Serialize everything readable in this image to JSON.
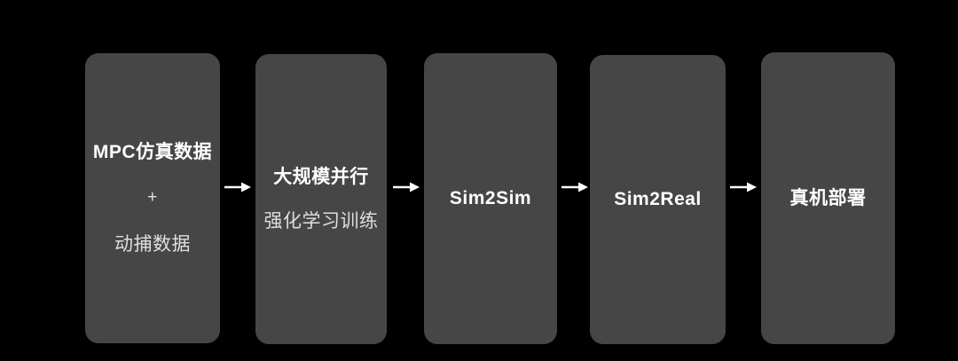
{
  "diagram": {
    "type": "pipeline-flowchart",
    "background_color": "#000000",
    "box_color": "#474646",
    "text_color": "#ffffff",
    "arrow_color": "#ffffff",
    "stages": [
      {
        "id": "mpc-data",
        "lines": [
          {
            "text": "MPC仿真数据",
            "emphasis": "primary"
          },
          {
            "text": "+",
            "emphasis": "plus"
          },
          {
            "text": "动捕数据",
            "emphasis": "secondary"
          }
        ]
      },
      {
        "id": "large-scale-rl",
        "lines": [
          {
            "text": "大规模并行",
            "emphasis": "primary"
          },
          {
            "text": "强化学习训练",
            "emphasis": "secondary"
          }
        ]
      },
      {
        "id": "sim2sim",
        "lines": [
          {
            "text": "Sim2Sim",
            "emphasis": "primary"
          }
        ]
      },
      {
        "id": "sim2real",
        "lines": [
          {
            "text": "Sim2Real",
            "emphasis": "primary"
          }
        ]
      },
      {
        "id": "real-robot-deployment",
        "lines": [
          {
            "text": "真机部署",
            "emphasis": "primary"
          }
        ]
      }
    ],
    "connectors": [
      {
        "id": "arrow-1",
        "icon": "arrow-right-icon",
        "from": "mpc-data",
        "to": "large-scale-rl"
      },
      {
        "id": "arrow-2",
        "icon": "arrow-right-icon",
        "from": "large-scale-rl",
        "to": "sim2sim"
      },
      {
        "id": "arrow-3",
        "icon": "arrow-right-icon",
        "from": "sim2sim",
        "to": "sim2real"
      },
      {
        "id": "arrow-4",
        "icon": "arrow-right-icon",
        "from": "sim2real",
        "to": "real-robot-deployment"
      }
    ]
  }
}
